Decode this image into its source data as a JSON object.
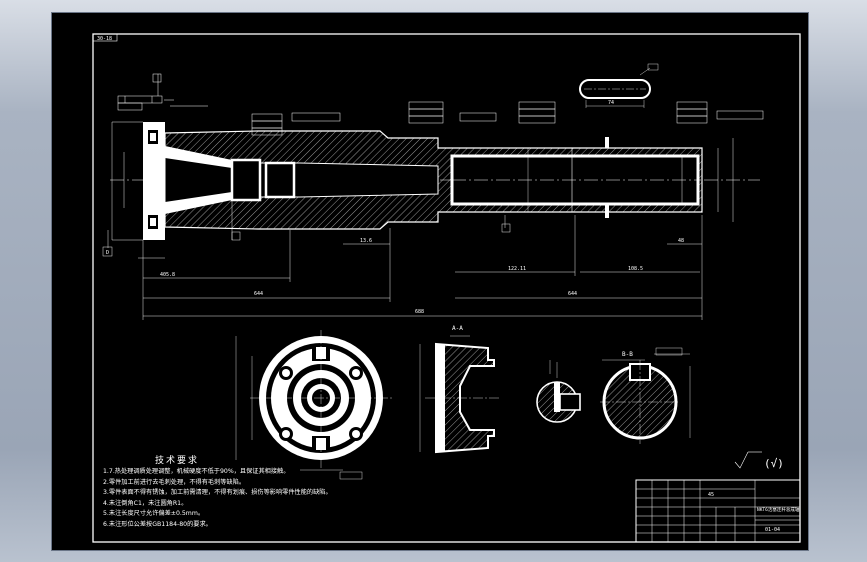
{
  "drawing": {
    "corner_tag": "30-18",
    "notes_title": "技术要求",
    "notes": [
      "1.7.热处理调质处理调整，机械硬度不低于90%，且保证其相接触。",
      "2.零件加工前进行去毛刺处理，不得有毛刺等缺陷。",
      "3.零件表面不得有锈蚀，加工前需清理，不得有划痕、损伤等影响零件性能的缺陷。",
      "4.未注倒角C1，未注圆角R1。",
      "5.未注长度尺寸允许偏差±0.5mm。",
      "6.未注形位公差按GB1184-80的要求。"
    ],
    "datum_letter": "D",
    "section_labels": {
      "a": "A-A",
      "b": "B-B"
    },
    "roughness_check": "(√)"
  },
  "title_block": {
    "part_name": "NKT6活塞连杆总成轴",
    "material": "45",
    "drawing_no": "01-04"
  },
  "dimensions": {
    "overall": "688",
    "d1": "644",
    "d2": "405.8",
    "d3": "122.11",
    "d4": "108.5",
    "d5": "13.6",
    "d6": "48",
    "d7": "74"
  },
  "colors": {
    "background": "#000000",
    "lines": "#ffffff",
    "app_chrome": "#a9b3c2"
  }
}
